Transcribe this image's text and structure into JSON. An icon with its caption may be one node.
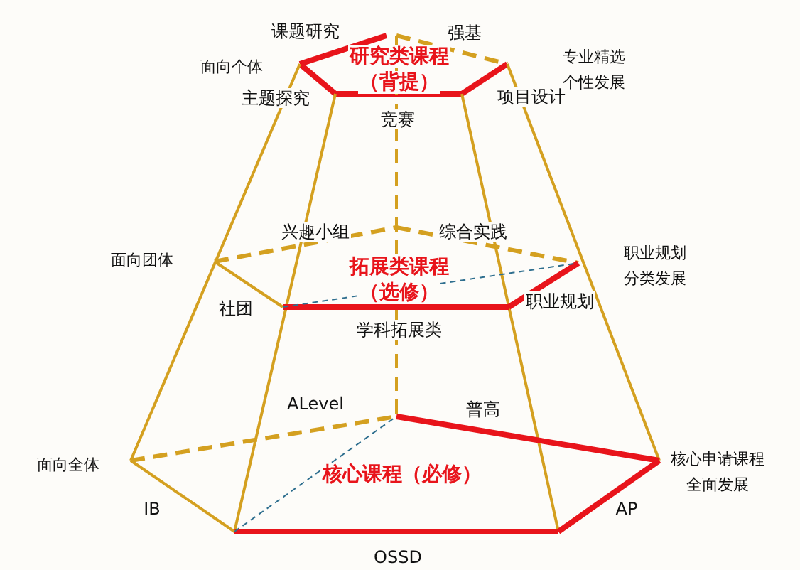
{
  "diagram": {
    "labels": [
      "课题研究",
      "强基",
      "面向个体",
      "研究类课程",
      "（背提）",
      "专业精选",
      "个性发展",
      "主题探究",
      "项目设计",
      "竞赛",
      "兴趣小组",
      "综合实践",
      "面向团体",
      "职业规划",
      "分类发展",
      "拓展类课程",
      "（选修）",
      "社团",
      "职业规划",
      "学科拓展类",
      "ALevel",
      "普高",
      "面向全体",
      "核心申请课程",
      "全面发展",
      "核心课程（必修）",
      "IB",
      "AP",
      "OSSD"
    ]
  }
}
